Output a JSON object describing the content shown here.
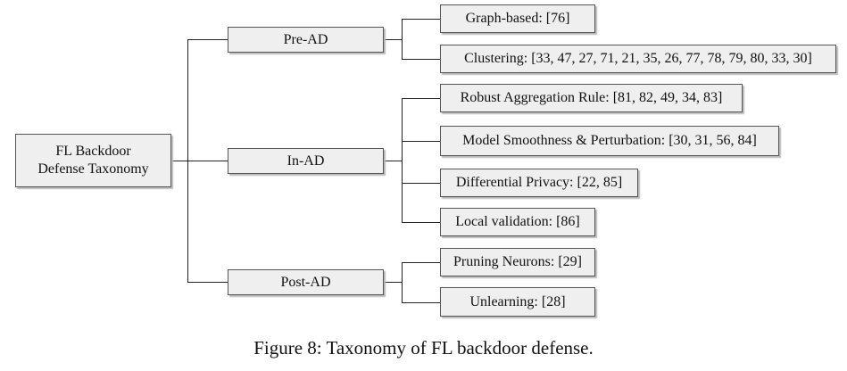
{
  "root": {
    "line1": "FL Backdoor",
    "line2": "Defense Taxonomy"
  },
  "categories": [
    {
      "label": "Pre-AD",
      "children": [
        "Graph-based: [76]",
        "Clustering: [33, 47, 27, 71, 21, 35, 26, 77, 78, 79, 80, 33, 30]"
      ]
    },
    {
      "label": "In-AD",
      "children": [
        "Robust Aggregation Rule: [81, 82, 49, 34, 83]",
        "Model Smoothness & Perturbation: [30, 31, 56, 84]",
        "Differential Privacy: [22, 85]",
        "Local validation: [86]"
      ]
    },
    {
      "label": "Post-AD",
      "children": [
        "Pruning Neurons: [29]",
        "Unlearning: [28]"
      ]
    }
  ],
  "caption": "Figure 8: Taxonomy of FL backdoor defense."
}
